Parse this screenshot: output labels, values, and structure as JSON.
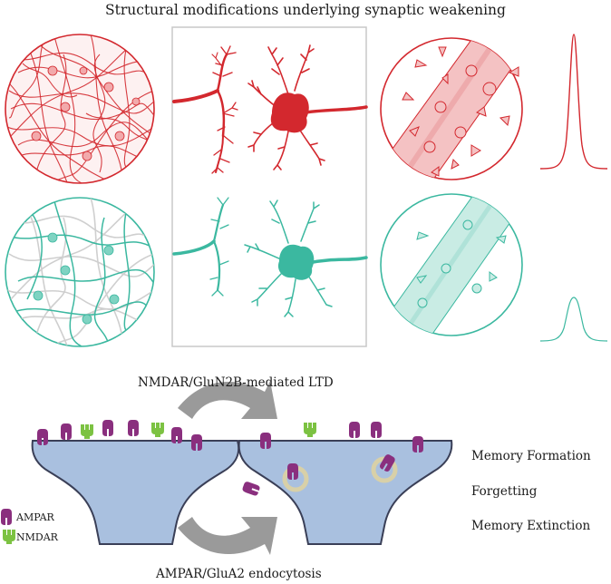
{
  "title": "Structural modifications underlying synaptic weakening",
  "mechanisms": {
    "top": "NMDAR/GluN2B-mediated LTD",
    "bottom": "AMPAR/GluA2 endocytosis"
  },
  "legend": {
    "ampar": "AMPAR",
    "nmdar": "NMDAR"
  },
  "outcomes": [
    "Memory Formation",
    "Forgetting",
    "Memory Extinction"
  ],
  "colors": {
    "strong": "#d3282e",
    "weak": "#3bb8a0",
    "gray_network": "#cfcfcf",
    "spine_fill": "#a9c0df",
    "ampar": "#8a2f7e",
    "nmdar": "#7cc242",
    "vesicle": "#d8d0a8",
    "arrow": "#9a9a9a"
  }
}
